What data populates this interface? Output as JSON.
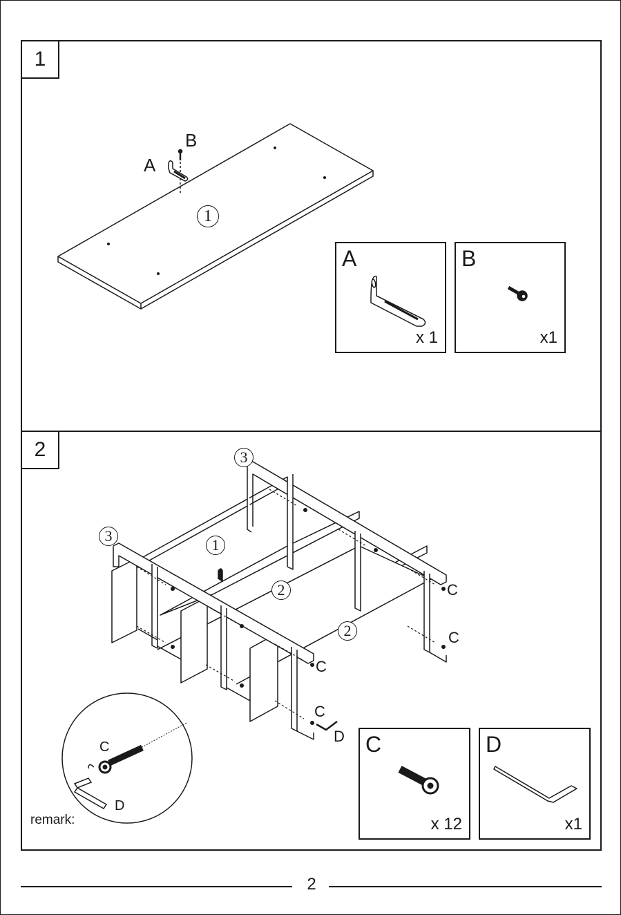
{
  "page_number": "2",
  "step1": {
    "number": "1",
    "label_a": "A",
    "label_b": "B",
    "panel_label": "1",
    "parts": [
      {
        "letter": "A",
        "qty": "x 1",
        "icon": "l-bracket-icon"
      },
      {
        "letter": "B",
        "qty": "x1",
        "icon": "screw-icon"
      }
    ]
  },
  "step2": {
    "number": "2",
    "frame_labels": [
      "3",
      "3"
    ],
    "panel_labels": [
      "1",
      "2",
      "2"
    ],
    "bolt_labels": [
      "C",
      "C",
      "C",
      "C"
    ],
    "wrench_label": "D",
    "detail": {
      "bolt_label": "C",
      "wrench_label": "D",
      "remark": "remark:"
    },
    "parts": [
      {
        "letter": "C",
        "qty": "x 12",
        "icon": "allen-bolt-icon"
      },
      {
        "letter": "D",
        "qty": "x1",
        "icon": "allen-key-icon"
      }
    ]
  }
}
